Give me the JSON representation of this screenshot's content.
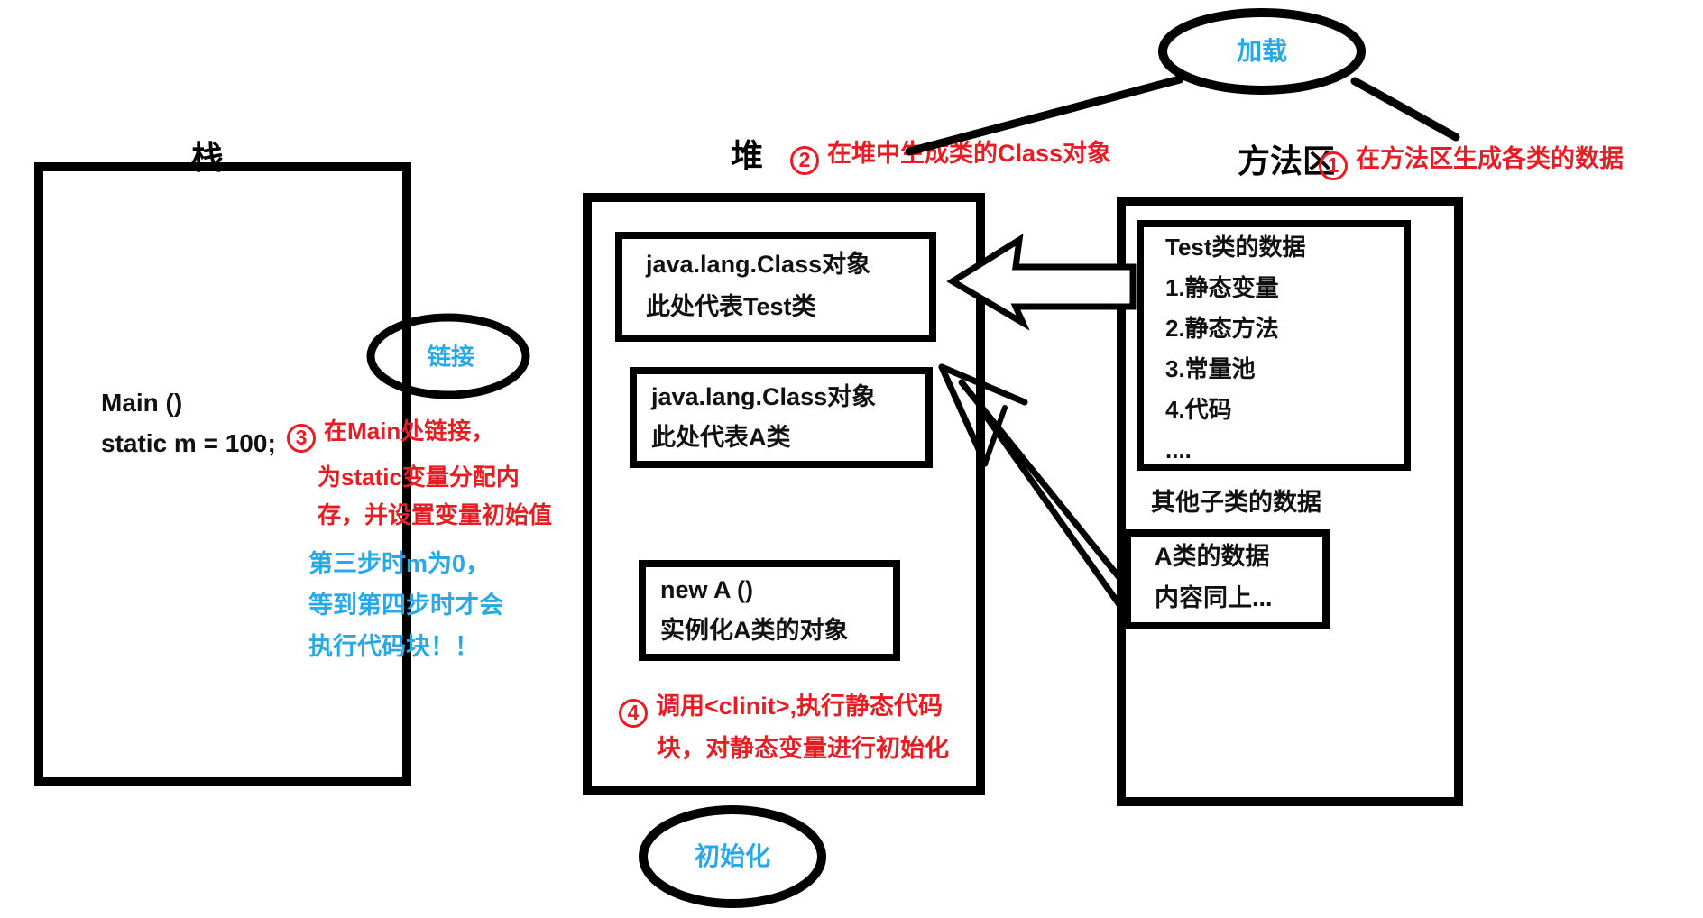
{
  "colors": {
    "red": "#ea1c23",
    "blue": "#27a8e8",
    "line": "#000000"
  },
  "phases": {
    "load": "加载",
    "link": "链接",
    "init": "初始化"
  },
  "stack": {
    "title": "栈",
    "code_line1": "Main ()",
    "code_line2": "static m = 100;"
  },
  "heap": {
    "title": "堆",
    "test_class_box": {
      "line1": "java.lang.Class对象",
      "line2": "此处代表Test类"
    },
    "a_class_box": {
      "line1": "java.lang.Class对象",
      "line2": "此处代表A类"
    },
    "new_a_box": {
      "line1": "new A ()",
      "line2": "实例化A类的对象"
    }
  },
  "method_area": {
    "title": "方法区",
    "test_data_box": {
      "line1": "Test类的数据",
      "line2": "1.静态变量",
      "line3": "2.静态方法",
      "line4": "3.常量池",
      "line5": "4.代码",
      "line6": "...."
    },
    "other_note": "其他子类的数据",
    "a_data_box": {
      "line1": "A类的数据",
      "line2": "内容同上..."
    }
  },
  "steps": {
    "s1": {
      "num": "1",
      "text": "在方法区生成各类的数据"
    },
    "s2": {
      "num": "2",
      "text": "在堆中生成类的Class对象"
    },
    "s3": {
      "num": "3",
      "line1": "在Main处链接，",
      "line2": "为static变量分配内",
      "line3": "存，并设置变量初始值"
    },
    "s4": {
      "num": "4",
      "line1": "调用<clinit>,执行静态代码",
      "line2": "块，对静态变量进行初始化"
    }
  },
  "blue_note": {
    "line1": "第三步时m为0，",
    "line2": "等到第四步时才会",
    "line3": "执行代码块！！"
  }
}
